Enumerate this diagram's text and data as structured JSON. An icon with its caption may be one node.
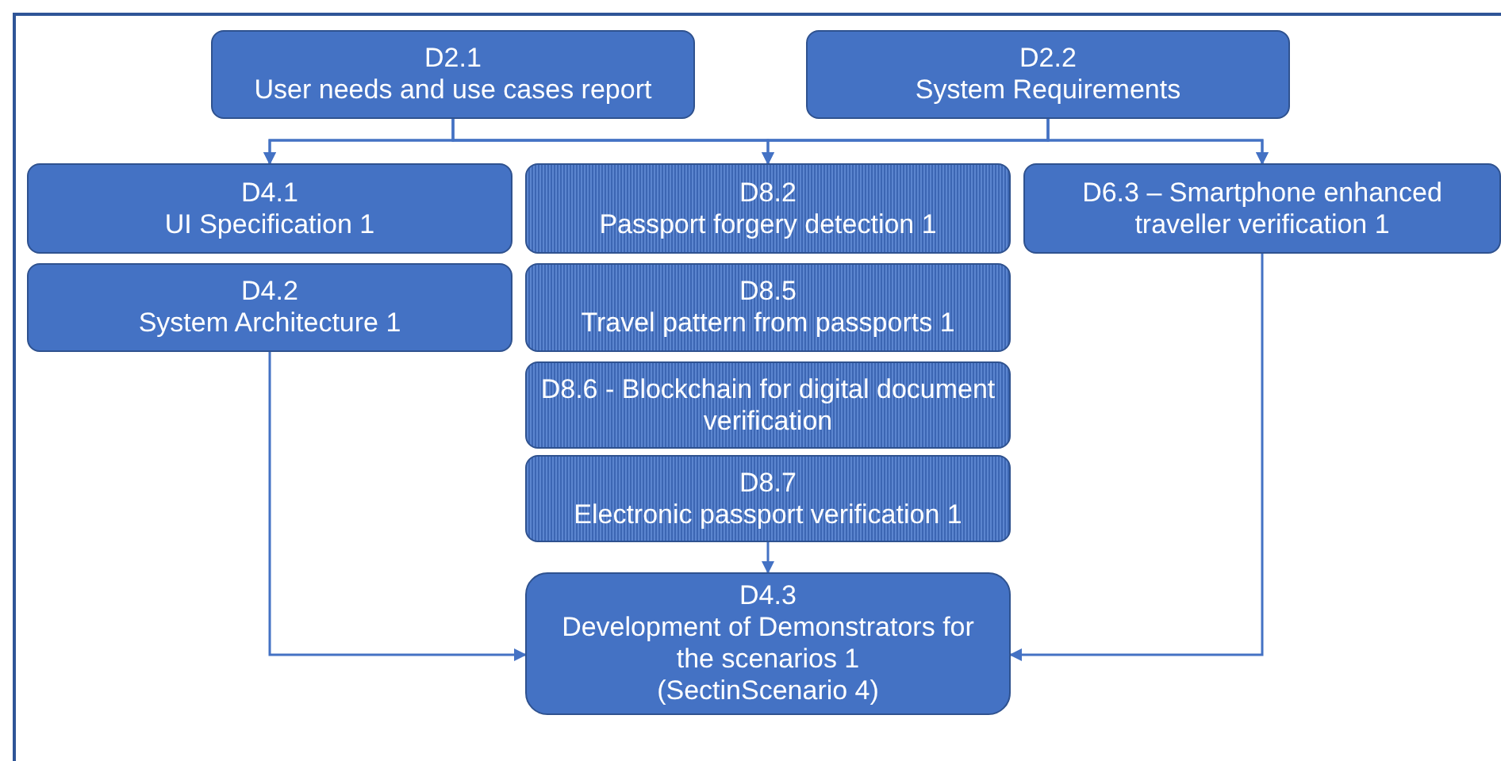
{
  "diagram": {
    "nodes": [
      {
        "text": [
          "D2.1",
          "User needs and use cases report"
        ]
      },
      {
        "text": [
          "D2.2",
          "System Requirements"
        ]
      },
      {
        "text": [
          "D4.1",
          "UI Specification 1"
        ]
      },
      {
        "text": [
          "D8.2",
          "Passport forgery detection 1"
        ]
      },
      {
        "text": [
          "D6.3 – Smartphone enhanced traveller verification 1"
        ]
      },
      {
        "text": [
          "D4.2",
          "System Architecture 1"
        ]
      },
      {
        "text": [
          "D8.5",
          "Travel pattern from passports 1"
        ]
      },
      {
        "text": [
          "D8.6 - Blockchain for digital document verification"
        ]
      },
      {
        "text": [
          "D8.7",
          "Electronic passport verification 1"
        ]
      },
      {
        "text": [
          "D4.3",
          "Development of Demonstrators for the scenarios 1",
          "(SectinScenario 4)"
        ]
      }
    ],
    "edges": [
      {
        "from": 0,
        "to": 2,
        "arrow": "to"
      },
      {
        "from": 0,
        "to": 3,
        "arrow": "to"
      },
      {
        "from": 0,
        "to": 4,
        "arrow": "to"
      },
      {
        "from": 1,
        "to": 2,
        "arrow": "to"
      },
      {
        "from": 1,
        "to": 3,
        "arrow": "to"
      },
      {
        "from": 1,
        "to": 4,
        "arrow": "to"
      },
      {
        "from": 5,
        "to": 9,
        "arrow": "to"
      },
      {
        "from": 4,
        "to": 9,
        "arrow": "to"
      },
      {
        "from": 8,
        "to": 9,
        "arrow": "to"
      }
    ]
  }
}
